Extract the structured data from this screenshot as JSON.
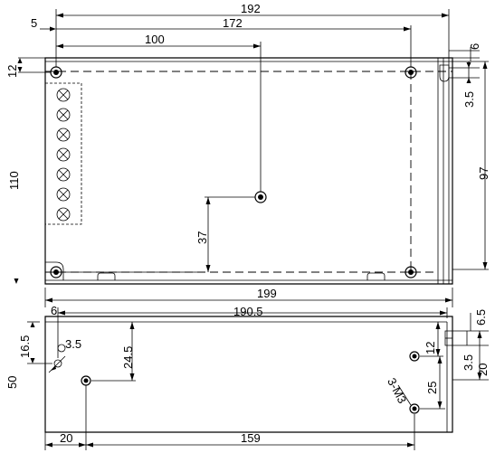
{
  "drawing": {
    "dimensions": {
      "top_width": "192",
      "screw_left_offset": "5",
      "screw_span": "172",
      "center_screw_x": "100",
      "side_thickness": "6",
      "top_screw_y": "12",
      "side_slot": "3.5",
      "height": "110",
      "side_height": "97",
      "center_screw_y": "37",
      "bottom_width": "199",
      "side_hole_left": "6",
      "side_hole_span": "190.5",
      "side_slot_a": "6.5",
      "side_hole_y": "16.5",
      "side_hole_dia": "3.5",
      "side_center_hole_y": "24.5",
      "side_height_label": "50",
      "side_right_hole_top": "12",
      "side_right_slot": "3.5",
      "side_right_slot_b": "20",
      "side_right_hole_span": "25",
      "screw_thread": "3-M3",
      "side_left_hole_x": "20",
      "side_hole_distance": "159"
    }
  }
}
